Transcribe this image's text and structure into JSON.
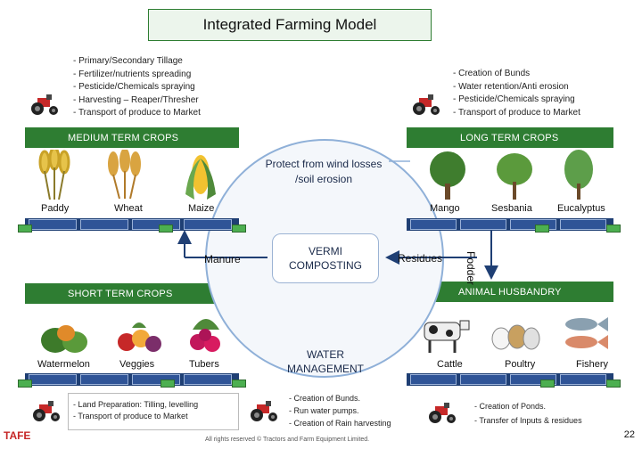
{
  "title": "Integrated Farming Model",
  "top_left_list": [
    "Primary/Secondary Tillage",
    "Fertilizer/nutrients spreading",
    "Pesticide/Chemicals spraying",
    "Harvesting – Reaper/Thresher",
    "Transport of produce to Market"
  ],
  "top_right_list": [
    "Creation of Bunds",
    "Water retention/Anti erosion",
    "Pesticide/Chemicals spraying",
    "Transport of produce to Market"
  ],
  "medium_term": {
    "label": "MEDIUM TERM CROPS",
    "items": [
      "Paddy",
      "Wheat",
      "Maize"
    ]
  },
  "long_term": {
    "label": "LONG  TERM  CROPS",
    "items": [
      "Mango",
      "Sesbania",
      "Eucalyptus"
    ]
  },
  "short_term": {
    "label": "SHORT   TERM  CROPS",
    "items": [
      "Watermelon",
      "Veggies",
      "Tubers"
    ]
  },
  "animal": {
    "label": "ANIMAL   HUSBANDRY",
    "items": [
      "Cattle",
      "Poultry",
      "Fishery"
    ]
  },
  "protect_text": "Protect from wind losses /soil erosion",
  "vermi_text": "VERMI COMPOSTING",
  "water_text": "WATER MANAGEMENT",
  "manure": "Manure",
  "residues": "Residues",
  "fodder": "Fodder",
  "bottom_left_list": [
    "Land Preparation: Tilling, levelling",
    "Transport of produce to Market"
  ],
  "bottom_mid_list": [
    "Creation of Bunds.",
    "Run water pumps.",
    "Creation of Rain harvesting"
  ],
  "bottom_right_list": [
    "Creation of Ponds.",
    "Transfer of Inputs & residues"
  ],
  "footer": {
    "copyright": "All rights reserved © Tractors and Farm Equipment Limited.",
    "logo": "TAFE",
    "page": "22"
  },
  "colors": {
    "band": "#2e7d32",
    "slot": "#2f5497",
    "arrow": "#1f3f74",
    "circle": "#8fb0d8"
  },
  "icons": [
    "tractor-icon",
    "cash-icon",
    "crop-image"
  ]
}
